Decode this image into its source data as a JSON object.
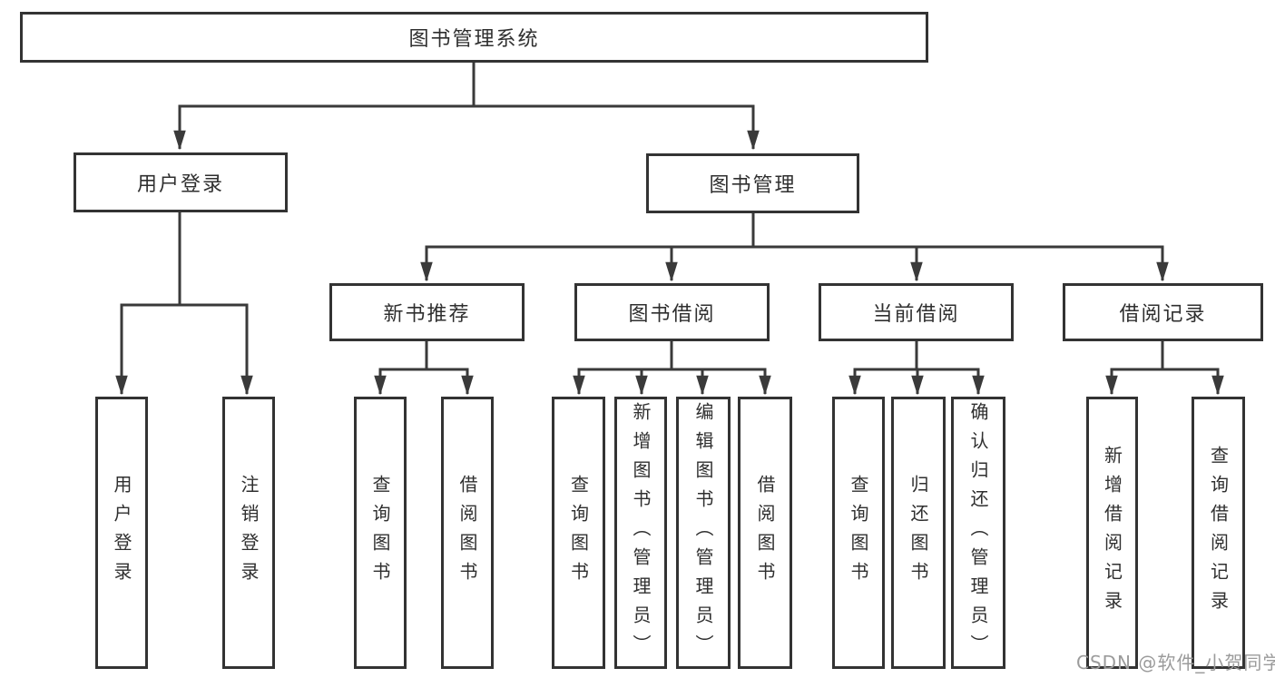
{
  "diagram_type": "hierarchy-tree",
  "colors": {
    "background": "#ffffff",
    "box_border": "#333333",
    "connector_line": "#3a3a3a",
    "label_text": "#2f2f2f",
    "watermark_text": "#9b9b9b"
  },
  "watermark": {
    "text": "CSDN @软件_小贺同学"
  },
  "tree": {
    "root": {
      "label": "图书管理系统",
      "children": [
        {
          "label": "用户登录",
          "children": [
            {
              "label": "用户登录"
            },
            {
              "label": "注销登录"
            }
          ]
        },
        {
          "label": "图书管理",
          "children": [
            {
              "label": "新书推荐",
              "children": [
                {
                  "label": "查询图书"
                },
                {
                  "label": "借阅图书"
                }
              ]
            },
            {
              "label": "图书借阅",
              "children": [
                {
                  "label": "查询图书"
                },
                {
                  "label": "新增图书（管理员）"
                },
                {
                  "label": "编辑图书（管理员）"
                },
                {
                  "label": "借阅图书"
                }
              ]
            },
            {
              "label": "当前借阅",
              "children": [
                {
                  "label": "查询图书"
                },
                {
                  "label": "归还图书"
                },
                {
                  "label": "确认归还（管理员）"
                }
              ]
            },
            {
              "label": "借阅记录",
              "children": [
                {
                  "label": "新增借阅记录"
                },
                {
                  "label": "查询借阅记录"
                }
              ]
            }
          ]
        }
      ]
    }
  }
}
